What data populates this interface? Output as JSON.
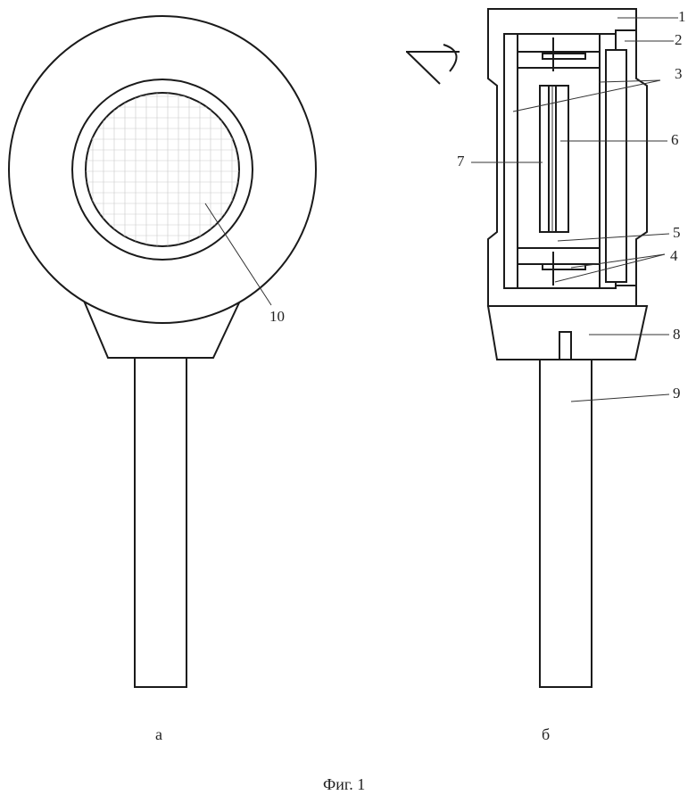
{
  "figure": {
    "caption": "Фиг. 1",
    "view_a_label": "а",
    "view_b_label": "б"
  },
  "labels": {
    "l1": "1",
    "l2": "2",
    "l3": "3",
    "l4": "4",
    "l5": "5",
    "l6": "6",
    "l7": "7",
    "l8": "8",
    "l9": "9",
    "l10": "10"
  }
}
